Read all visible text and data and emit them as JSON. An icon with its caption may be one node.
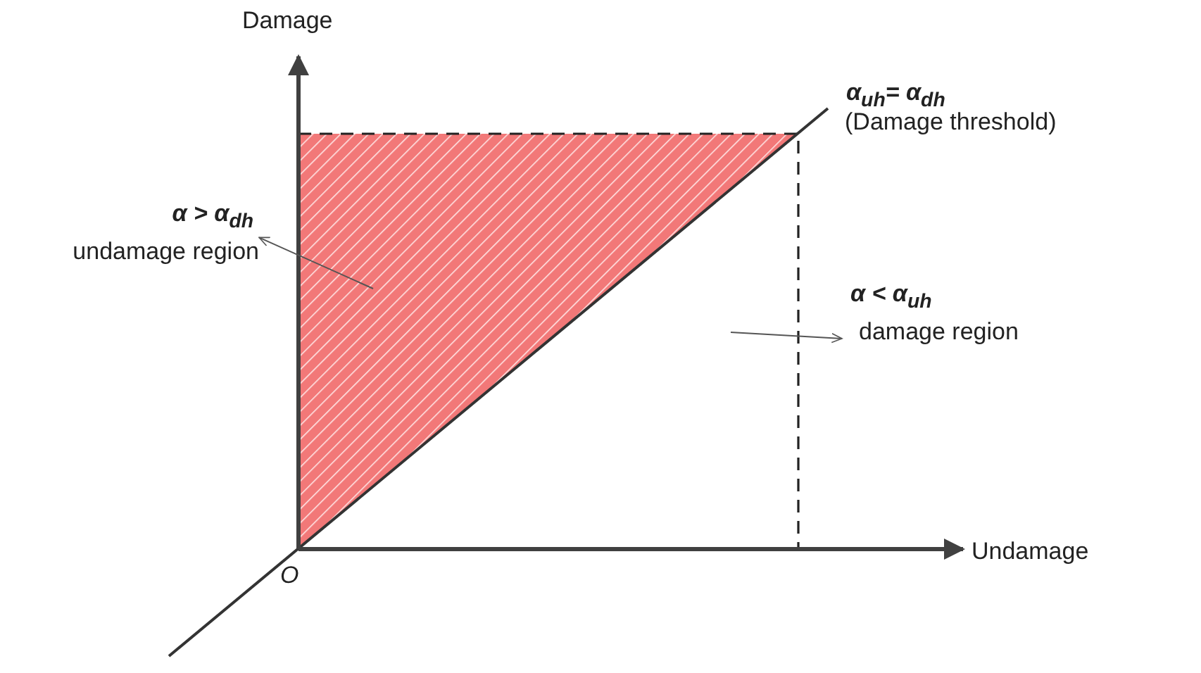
{
  "diagram": {
    "nodes": [
      {
        "text": [
          "α > α$_{dh}$",
          "undamage region"
        ]
      },
      {
        "text": [],
        "shape": "triangle"
      },
      {
        "text": [
          "α < α$_{uh}$",
          "damage region"
        ]
      }
    ],
    "edges": [
      {
        "from": 1,
        "to": 0,
        "arrow": "to"
      },
      {
        "from": null,
        "to": 2,
        "arrow": "to"
      }
    ],
    "labels": [
      "Damage",
      "α$_{uh}$= α$_{dh}$",
      "(Damage threshold)",
      "O",
      "Undamage"
    ]
  }
}
